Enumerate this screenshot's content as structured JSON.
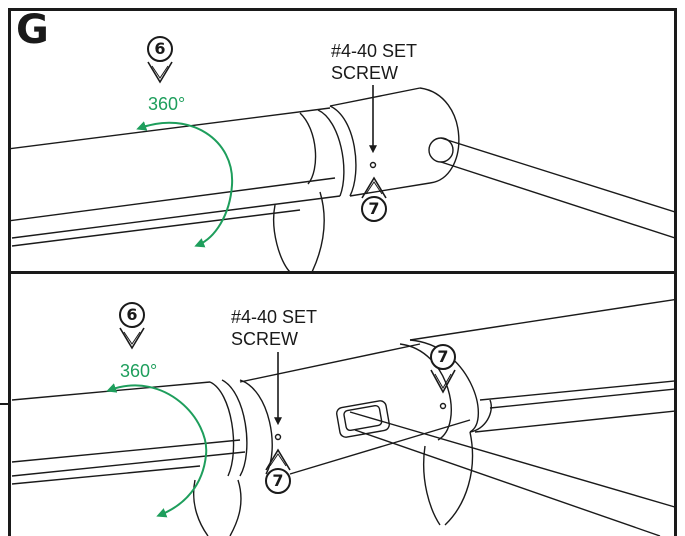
{
  "step": "G",
  "panels": [
    {
      "screw_callout": "#4-40 SET\nSCREW",
      "rotation": "360°",
      "rotate_step": "6",
      "tighten_step": "7"
    },
    {
      "screw_callout": "#4-40 SET\nSCREW",
      "rotation": "360°",
      "rotate_step": "6",
      "tighten_step": "7",
      "second_screw_step": "7"
    }
  ],
  "colors": {
    "arrow": "#1e9e5c",
    "line": "#1a1a1a"
  }
}
